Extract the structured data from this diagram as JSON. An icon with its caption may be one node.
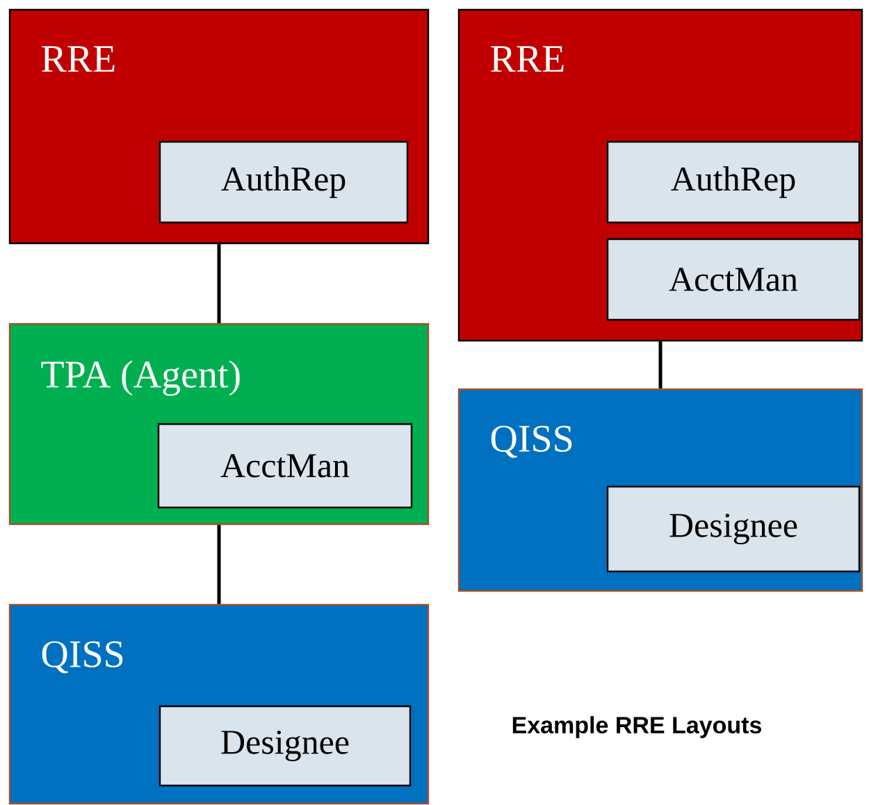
{
  "diagram": {
    "nodes": [
      {
        "text": [
          "RRE"
        ]
      },
      {
        "text": [
          "AuthRep"
        ],
        "in": 0
      },
      {
        "text": [
          "TPA (Agent)"
        ]
      },
      {
        "text": [
          "AcctMan"
        ],
        "in": 2
      },
      {
        "text": [
          "QISS"
        ]
      },
      {
        "text": [
          "Designee"
        ],
        "in": 4
      },
      {
        "text": [
          "RRE"
        ]
      },
      {
        "text": [
          "AuthRep"
        ],
        "in": 6
      },
      {
        "text": [
          "AcctMan"
        ],
        "in": 6
      },
      {
        "text": [
          "QISS"
        ]
      },
      {
        "text": [
          "Designee"
        ],
        "in": 9
      }
    ],
    "edges": [
      {
        "from": 0,
        "to": 2,
        "arrow": "none"
      },
      {
        "from": 2,
        "to": 4,
        "arrow": "none"
      },
      {
        "from": 6,
        "to": 9,
        "arrow": "none"
      }
    ],
    "labels": [
      "Example RRE Layouts"
    ]
  }
}
